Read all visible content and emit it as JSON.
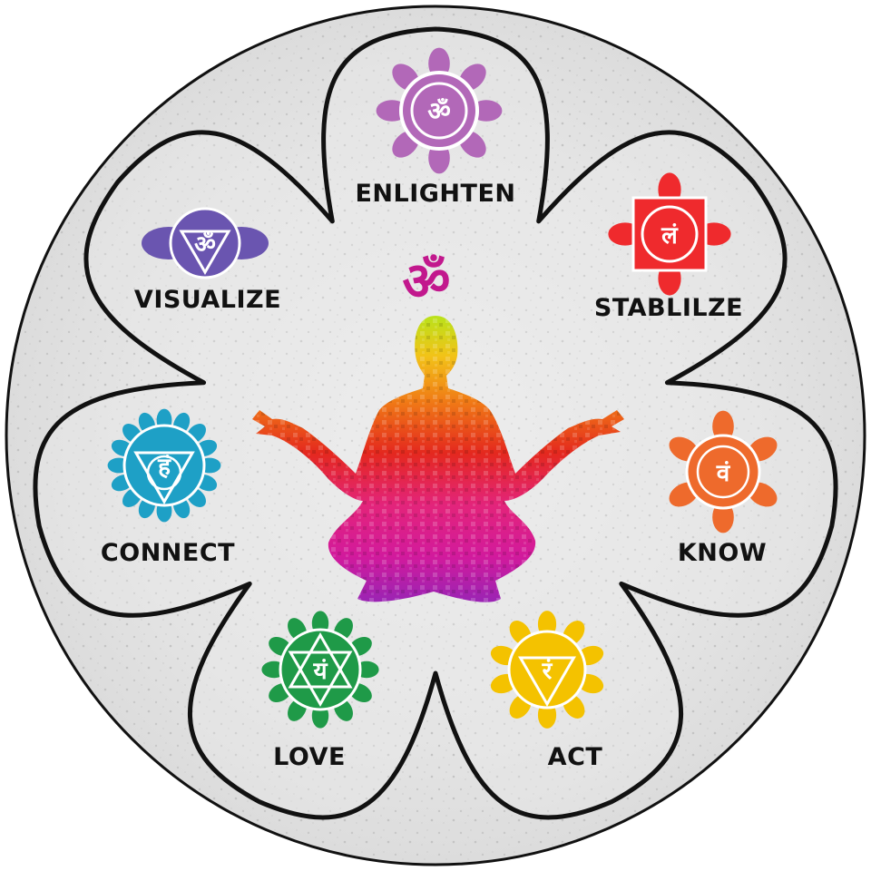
{
  "center": {
    "om_glyph": "ॐ",
    "om_color": "#c2188d"
  },
  "chakras": [
    {
      "id": "crown",
      "label": "ENLIGHTEN",
      "seed": "ॐ",
      "color": "#b268b8",
      "icon": "lotus-thousand-petal-icon"
    },
    {
      "id": "root",
      "label": "STABLILZE",
      "seed": "लं",
      "color": "#ef2a2d",
      "icon": "square-lotus-icon"
    },
    {
      "id": "sacral",
      "label": "KNOW",
      "seed": "वं",
      "color": "#ee6a2c",
      "icon": "crescent-lotus-icon"
    },
    {
      "id": "solar",
      "label": "ACT",
      "seed": "रं",
      "color": "#f4c200",
      "icon": "triangle-lotus-icon"
    },
    {
      "id": "heart",
      "label": "LOVE",
      "seed": "यं",
      "color": "#1f9a48",
      "icon": "hexagram-lotus-icon"
    },
    {
      "id": "throat",
      "label": "CONNECT",
      "seed": "हं",
      "color": "#1ea0c6",
      "icon": "circle-triangle-lotus-icon"
    },
    {
      "id": "third-eye",
      "label": "VISUALIZE",
      "seed": "ॐ",
      "color": "#6a55b0",
      "icon": "two-petal-eye-icon"
    }
  ]
}
